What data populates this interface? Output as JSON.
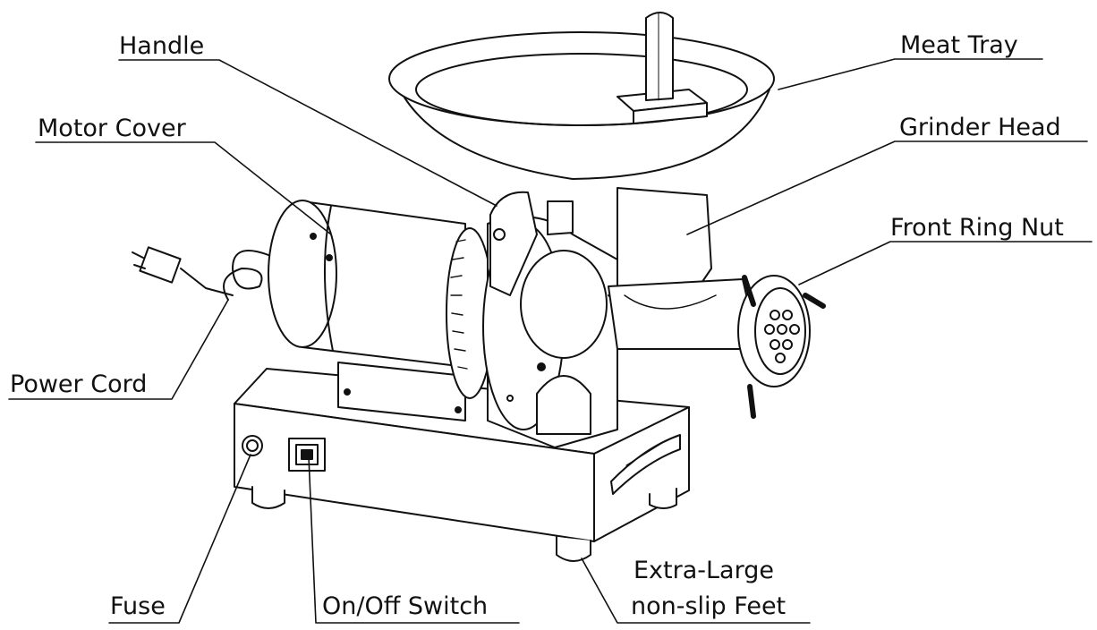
{
  "diagram": {
    "labels": {
      "handle": "Handle",
      "meat_tray": "Meat Tray",
      "motor_cover": "Motor Cover",
      "grinder_head": "Grinder Head",
      "front_ring_nut": "Front Ring Nut",
      "power_cord": "Power Cord",
      "fuse": "Fuse",
      "on_off_switch": "On/Off Switch",
      "feet_line1": "Extra-Large",
      "feet_line2": "non-slip Feet"
    },
    "colors": {
      "ink": "#111111",
      "background": "#ffffff"
    }
  }
}
